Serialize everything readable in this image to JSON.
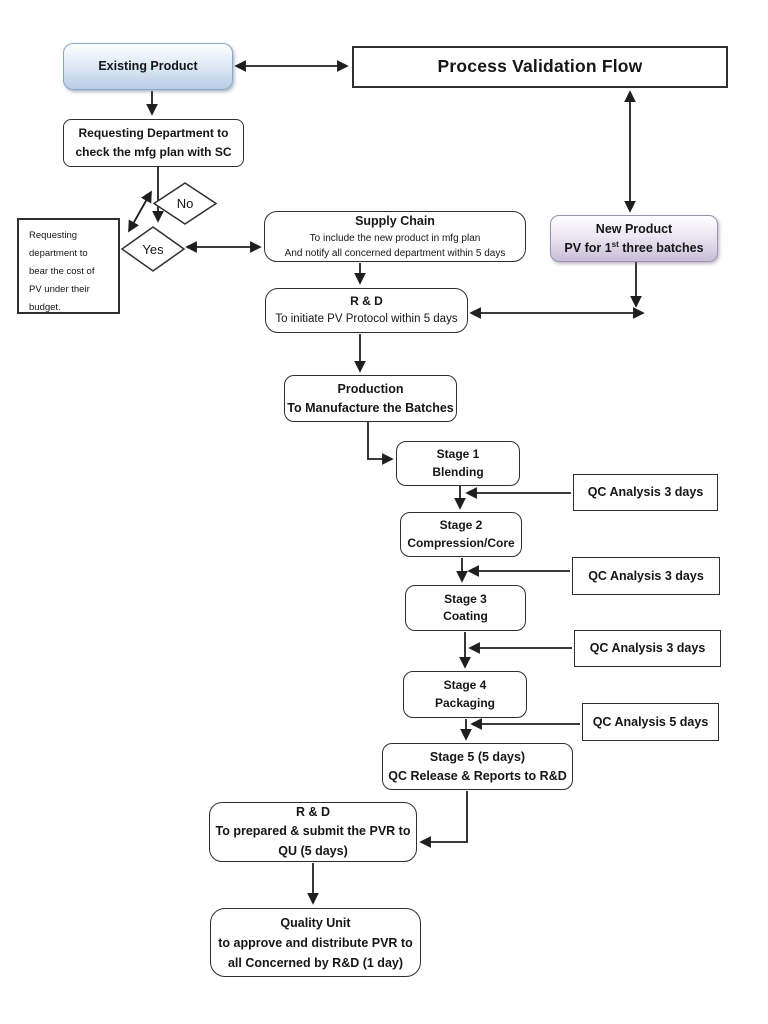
{
  "diagram_title": "Process Validation Flow",
  "colors": {
    "existing_product_fill_top": "#fdfeff",
    "existing_product_fill_bottom": "#b9cde6",
    "existing_product_border": "#8ca6c4",
    "new_product_fill_top": "#fefeff",
    "new_product_fill_bottom": "#c9bdd9",
    "new_product_border": "#9b93ae",
    "line_color": "#1f1f1f",
    "box_fill": "#ffffff"
  },
  "nodes": {
    "existing_product": {
      "label": "Existing Product"
    },
    "process_validation_flow": {
      "label": "Process Validation Flow"
    },
    "requesting_department": {
      "lines": [
        "Requesting Department to",
        "check the mfg plan with SC"
      ]
    },
    "decision_no": {
      "label": "No"
    },
    "decision_yes": {
      "label": "Yes"
    },
    "cost_note": {
      "lines": [
        "Requesting",
        "department to",
        "bear the cost of",
        "PV under their",
        "budget."
      ]
    },
    "supply_chain": {
      "title": "Supply Chain",
      "lines": [
        "To include the new product in mfg plan",
        "And notify all concerned department within 5 days"
      ]
    },
    "new_product": {
      "title": "New Product",
      "line2_prefix": "PV for 1",
      "line2_sup": "st",
      "line2_suffix": " three batches"
    },
    "rnd_initiate": {
      "title": "R & D",
      "line": "To initiate PV Protocol within 5 days"
    },
    "production": {
      "lines": [
        "Production",
        "To Manufacture the Batches"
      ]
    },
    "stage1": {
      "lines": [
        "Stage 1",
        "Blending"
      ]
    },
    "qc1": {
      "label": "QC Analysis 3 days"
    },
    "stage2": {
      "lines": [
        "Stage 2",
        "Compression/Core"
      ]
    },
    "qc2": {
      "label": "QC Analysis 3 days"
    },
    "stage3": {
      "lines": [
        "Stage 3",
        "Coating"
      ]
    },
    "qc3": {
      "label": "QC Analysis 3 days"
    },
    "stage4": {
      "lines": [
        "Stage 4",
        "Packaging"
      ]
    },
    "qc4": {
      "label": "QC Analysis 5 days"
    },
    "stage5": {
      "lines": [
        "Stage 5 (5 days)",
        "QC Release & Reports to R&D"
      ]
    },
    "rnd_pvr": {
      "lines": [
        "R & D",
        "To prepared & submit the PVR to",
        "QU (5 days)"
      ]
    },
    "quality_unit": {
      "lines": [
        "Quality Unit",
        "to approve and distribute PVR to",
        "all Concerned by R&D (1 day)"
      ]
    }
  }
}
